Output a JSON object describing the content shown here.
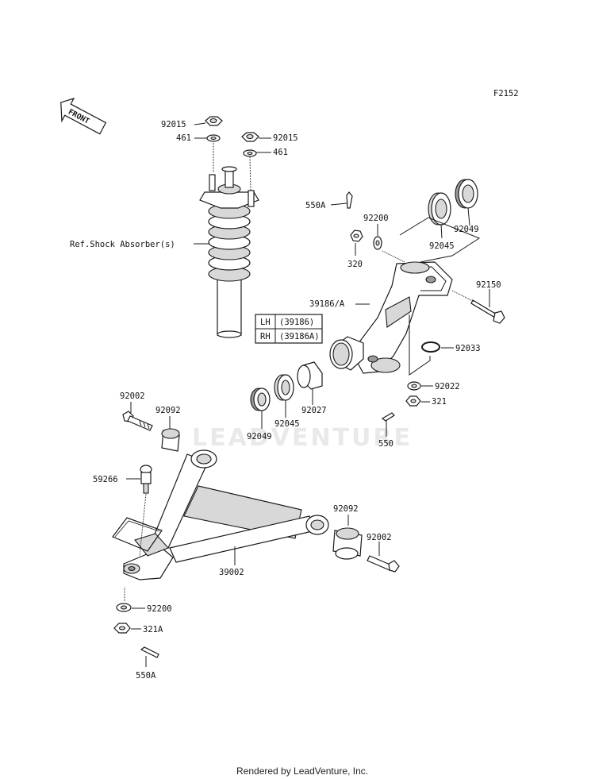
{
  "diagram_code": "F2152",
  "watermark": "LEADVENTURE",
  "footer": "Rendered by LeadVenture, Inc.",
  "front_arrow_label": "FRONT",
  "side_table": [
    {
      "side": "LH",
      "part": "(39186)"
    },
    {
      "side": "RH",
      "part": "(39186A)"
    }
  ],
  "callouts": {
    "nut_92015_left": "92015",
    "washer_461_left": "461",
    "nut_92015_right": "92015",
    "washer_461_right": "461",
    "shock_absorber": "Ref.Shock Absorber(s)",
    "cotter_550A_top": "550A",
    "washer_92200_top": "92200",
    "nut_320": "320",
    "bearing_92045_top": "92045",
    "seal_92049_top": "92049",
    "bolt_92150": "92150",
    "knuckle_39186A": "39186/A",
    "circlip_92033": "92033",
    "washer_92022": "92022",
    "nut_321": "321",
    "cotter_550": "550",
    "spacer_92027": "92027",
    "bearing_92045_bottom": "92045",
    "seal_92049_bottom": "92049",
    "bolt_92002_top": "92002",
    "bushing_92092_top": "92092",
    "balljoint_59266": "59266",
    "bushing_92092_bottom": "92092",
    "bolt_92002_bottom": "92002",
    "arm_39002": "39002",
    "washer_92200_bottom": "92200",
    "nut_321A": "321A",
    "cotter_550A_bottom": "550A"
  },
  "icons": [
    "front-arrow-icon",
    "coil-spring-icon",
    "nut-icon",
    "washer-icon",
    "bearing-icon",
    "bolt-icon",
    "cotter-pin-icon"
  ]
}
